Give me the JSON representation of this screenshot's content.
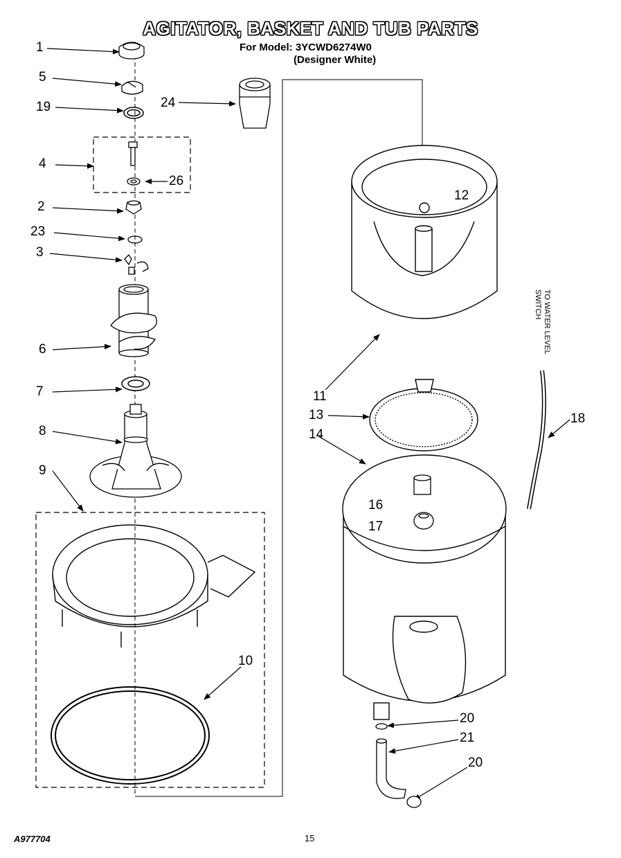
{
  "header": {
    "title": "AGITATOR, BASKET AND TUB PARTS",
    "model_line": "For Model: 3YCWD6274W0",
    "designer_line": "(Designer White)"
  },
  "callouts": [
    "1",
    "5",
    "19",
    "24",
    "4",
    "26",
    "2",
    "23",
    "3",
    "12",
    "6",
    "11",
    "7",
    "13",
    "18",
    "8",
    "14",
    "9",
    "16",
    "17",
    "10",
    "20",
    "21",
    "20"
  ],
  "side_label": [
    "TO WATER LEVEL",
    "SWITCH"
  ],
  "footer": {
    "doc_number": "A977704",
    "page_number": "15"
  }
}
